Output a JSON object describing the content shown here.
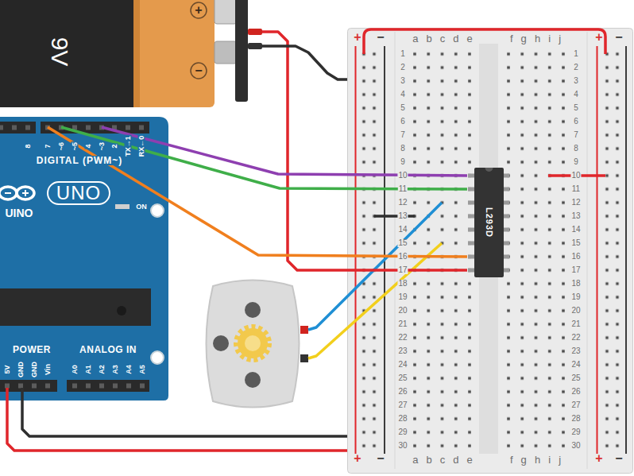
{
  "diagram": {
    "nodes": [
      {
        "text": [
          "9V",
          "+",
          "−"
        ]
      },
      {
        "text": [
          "8",
          "7",
          "~6",
          "~5",
          "4",
          "~3",
          "2",
          "TX→1",
          "RX←0",
          "DIGITAL (PWM~)",
          "UNO",
          "UINO",
          "ON",
          "POWER",
          "ANALOG IN",
          "5V",
          "GND",
          "GND",
          "Vin",
          "A0",
          "A1",
          "A2",
          "A3",
          "A4",
          "A5"
        ]
      },
      {
        "text": [
          "+",
          "−",
          "a b c d e",
          "f g h i j",
          "+",
          "−",
          "1",
          "1",
          "2",
          "2",
          "3",
          "3",
          "4",
          "4",
          "5",
          "5",
          "6",
          "6",
          "7",
          "7",
          "8",
          "8",
          "9",
          "9",
          "10",
          "10",
          "11",
          "11",
          "12",
          "12",
          "13",
          "13",
          "14",
          "14",
          "15",
          "15",
          "16",
          "16",
          "17",
          "17",
          "18",
          "18",
          "19",
          "19",
          "20",
          "20",
          "21",
          "21",
          "22",
          "22",
          "23",
          "23",
          "24",
          "24",
          "25",
          "25",
          "26",
          "26",
          "27",
          "27",
          "28",
          "28",
          "29",
          "29",
          "30",
          "30",
          "+",
          "−",
          "a b c d e",
          "f g h i j",
          "+",
          "−"
        ]
      },
      {
        "text": [
          "L293D"
        ],
        "in": 2
      }
    ],
    "edges": [
      {
        "from": 0,
        "to": 3,
        "arrow": "none"
      },
      {
        "from": 0,
        "to": 2,
        "arrow": "none"
      },
      {
        "from": 1,
        "to": 3,
        "arrow": "none"
      },
      {
        "from": 1,
        "to": 3,
        "arrow": "none"
      },
      {
        "from": 1,
        "to": 3,
        "arrow": "none"
      },
      {
        "from": 1,
        "to": 2,
        "arrow": "none"
      },
      {
        "from": 1,
        "to": 2,
        "arrow": "none"
      }
    ]
  }
}
